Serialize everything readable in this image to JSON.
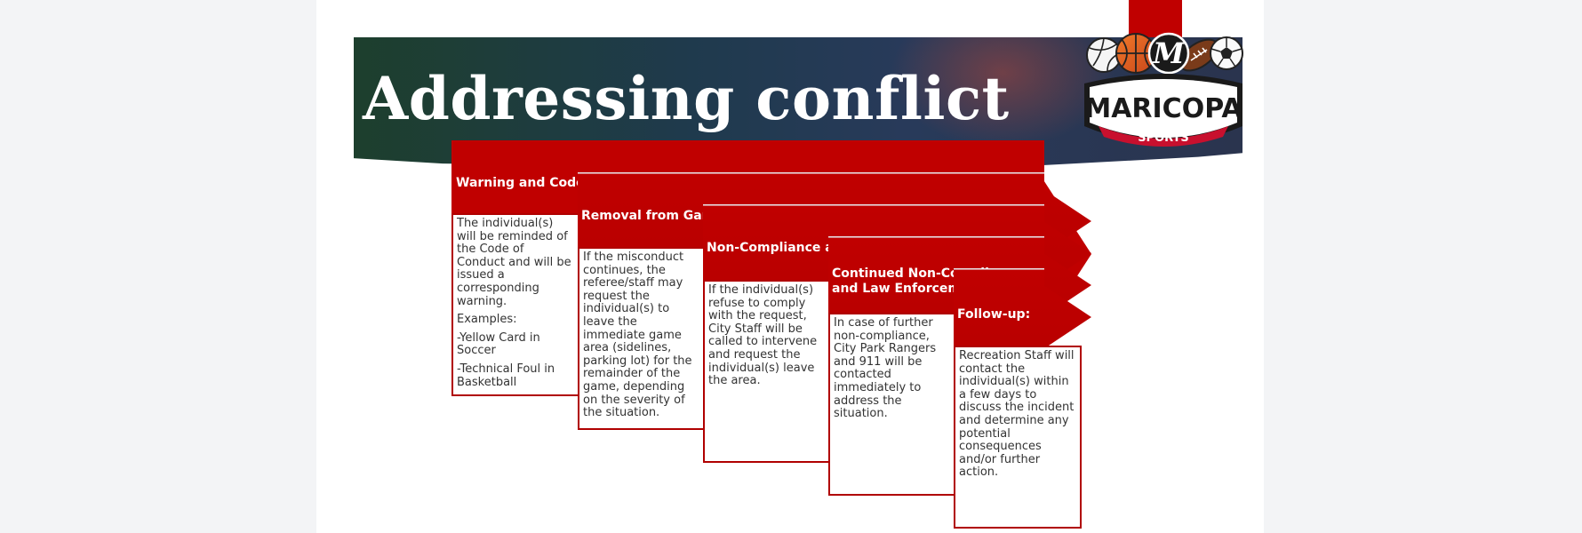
{
  "slide": {
    "title": "Addressing conflict"
  },
  "logo": {
    "emblem_letter": "M",
    "name": "MARICOPA",
    "tagline": "SPORTS"
  },
  "steps": [
    {
      "heading": "Warning and Code of Conduct:",
      "paragraphs": [
        "The individual(s) will be reminded of the Code of Conduct and will be issued a corresponding warning.",
        "Examples:",
        "-Yellow Card in Soccer",
        "-Technical Foul in Basketball"
      ]
    },
    {
      "heading": "Removal from Game Area:",
      "paragraphs": [
        "If the misconduct continues, the referee/staff may request the individual(s) to leave the immediate game area (sidelines, parking lot) for the remainder of the game, depending on the severity of the situation."
      ]
    },
    {
      "heading": "Non-Compliance and City Staff:",
      "paragraphs": [
        "If the individual(s) refuse to comply with the request, City Staff will be called to intervene and request the individual(s) leave the area."
      ]
    },
    {
      "heading": "Continued Non-Compliance and Law Enforcement:",
      "paragraphs": [
        "In case of further non-compliance, City Park Rangers and 911 will be contacted immediately to address the situation."
      ]
    },
    {
      "heading": "Follow-up:",
      "paragraphs": [
        "Recreation Staff will contact the individual(s) within a few days to discuss the incident and determine any potential consequences and/or further action."
      ]
    }
  ],
  "colors": {
    "accent_red": "#c00000",
    "banner_green": "#1d3f2d",
    "banner_navy": "#283a5a"
  }
}
